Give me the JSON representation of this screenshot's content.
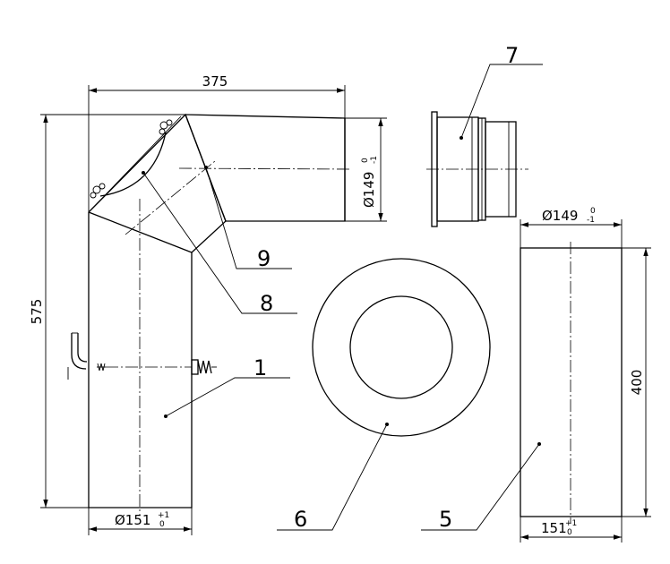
{
  "dimensions": {
    "top_width": "375",
    "height": "575",
    "elbow_outlet_diameter": "Ø149",
    "elbow_outlet_tol_upper": "0",
    "elbow_outlet_tol_lower": "-1",
    "pipe_base_diameter": "Ø151",
    "pipe_base_tol_upper": "+1",
    "pipe_base_tol_lower": "0",
    "straight_diameter": "Ø149",
    "straight_tol_upper": "0",
    "straight_tol_lower": "-1",
    "straight_height": "400",
    "straight_base": "151",
    "straight_base_tol_upper": "+1",
    "straight_base_tol_lower": "0"
  },
  "parts": {
    "p1": "1",
    "p5": "5",
    "p6": "6",
    "p7": "7",
    "p8": "8",
    "p9": "9"
  }
}
